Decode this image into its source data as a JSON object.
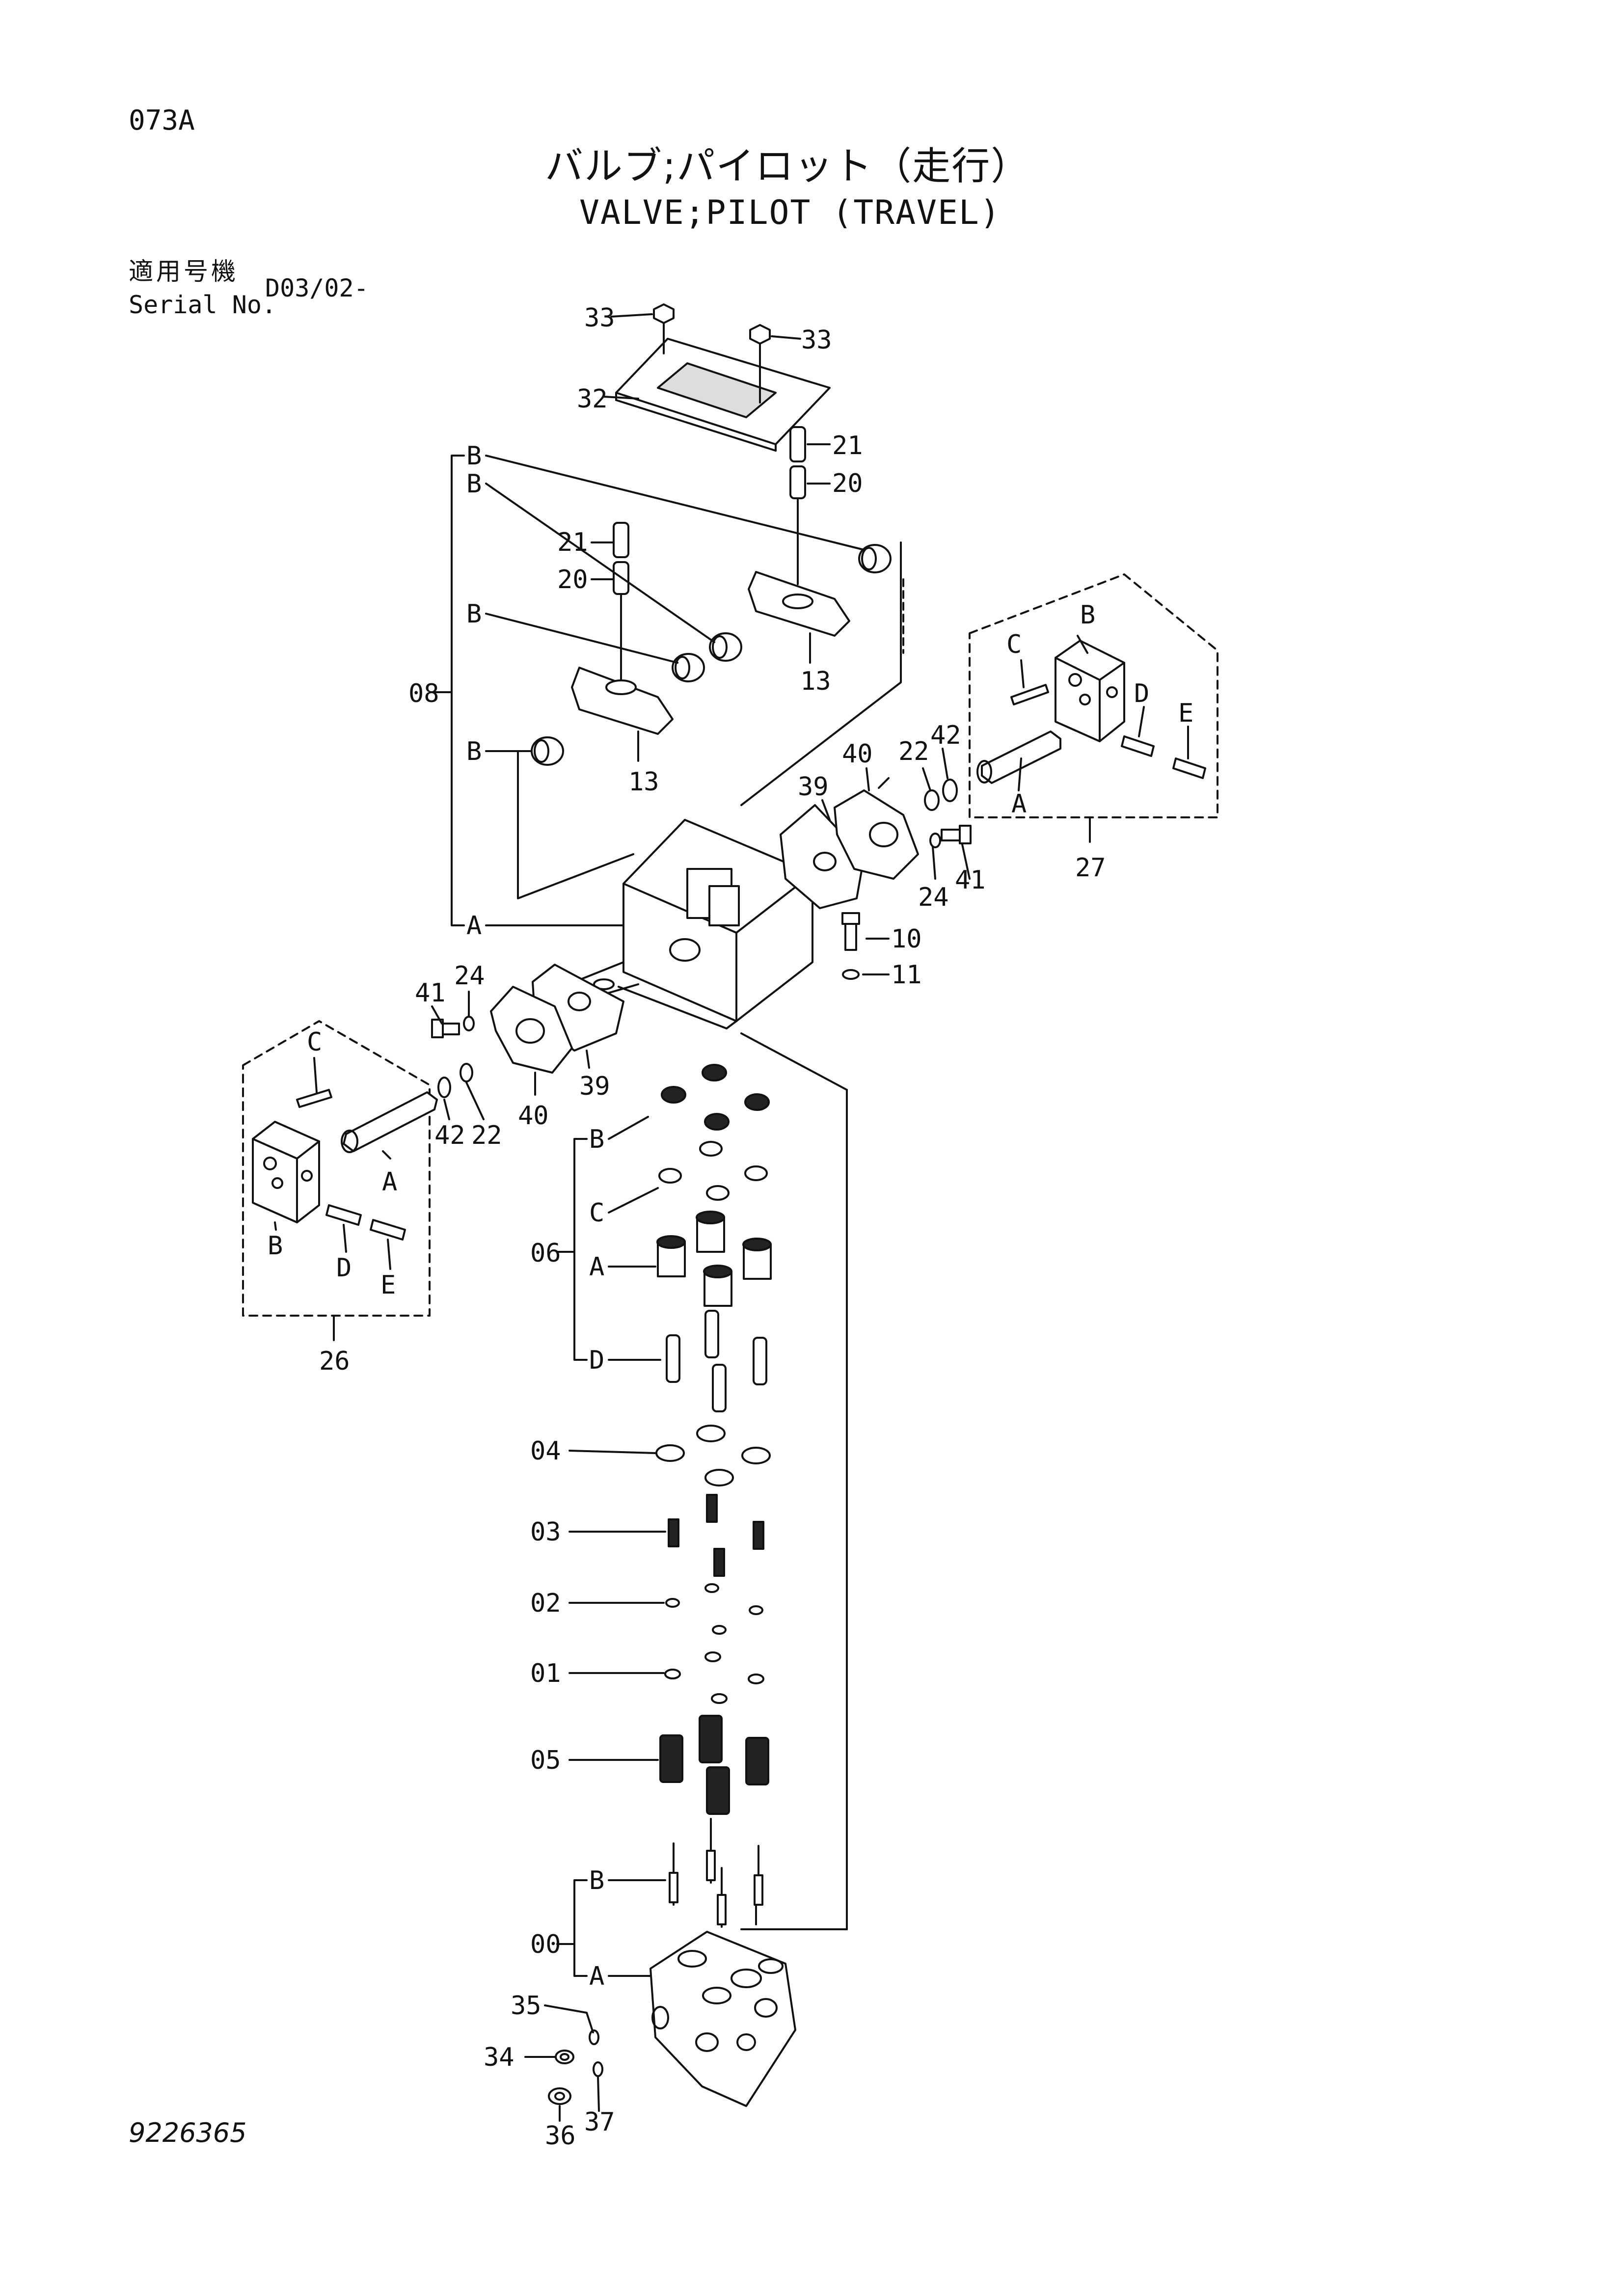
{
  "header": {
    "page_code": "073A",
    "title_jp": "バルブ;パイロット（走行）",
    "title_en": "VALVE;PILOT (TRAVEL)",
    "serial_label_jp": "適用号機",
    "serial_label_en": "Serial No.",
    "serial_value": "D03/02-"
  },
  "footer": {
    "doc_number": "9226365"
  },
  "callouts": {
    "c33a": "33",
    "c33b": "33",
    "c32": "32",
    "c21a": "21",
    "c20a": "20",
    "c21b": "21",
    "c20b": "20",
    "c13a": "13",
    "c13b": "13",
    "c08": "08",
    "c08B1": "B",
    "c08B2": "B",
    "c08B3": "B",
    "c08B4": "B",
    "c08A": "A",
    "c27": "27",
    "c27B": "B",
    "c27C": "C",
    "c27D": "D",
    "c27E": "E",
    "c27A": "A",
    "c22a": "22",
    "c42a": "42",
    "c40a": "40",
    "c39a": "39",
    "c24a": "24",
    "c41a": "41",
    "c10": "10",
    "c11": "11",
    "c41b": "41",
    "c24b": "24",
    "c40b": "40",
    "c39b": "39",
    "c42b": "42",
    "c22b": "22",
    "c26": "26",
    "c26C": "C",
    "c26A": "A",
    "c26B": "B",
    "c26D": "D",
    "c26E": "E",
    "c06": "06",
    "c06B": "B",
    "c06C": "C",
    "c06A": "A",
    "c06D": "D",
    "c04": "04",
    "c03": "03",
    "c02": "02",
    "c01": "01",
    "c05": "05",
    "c00": "00",
    "c00B": "B",
    "c00A": "A",
    "c35": "35",
    "c34": "34",
    "c36": "36",
    "c37": "37"
  }
}
